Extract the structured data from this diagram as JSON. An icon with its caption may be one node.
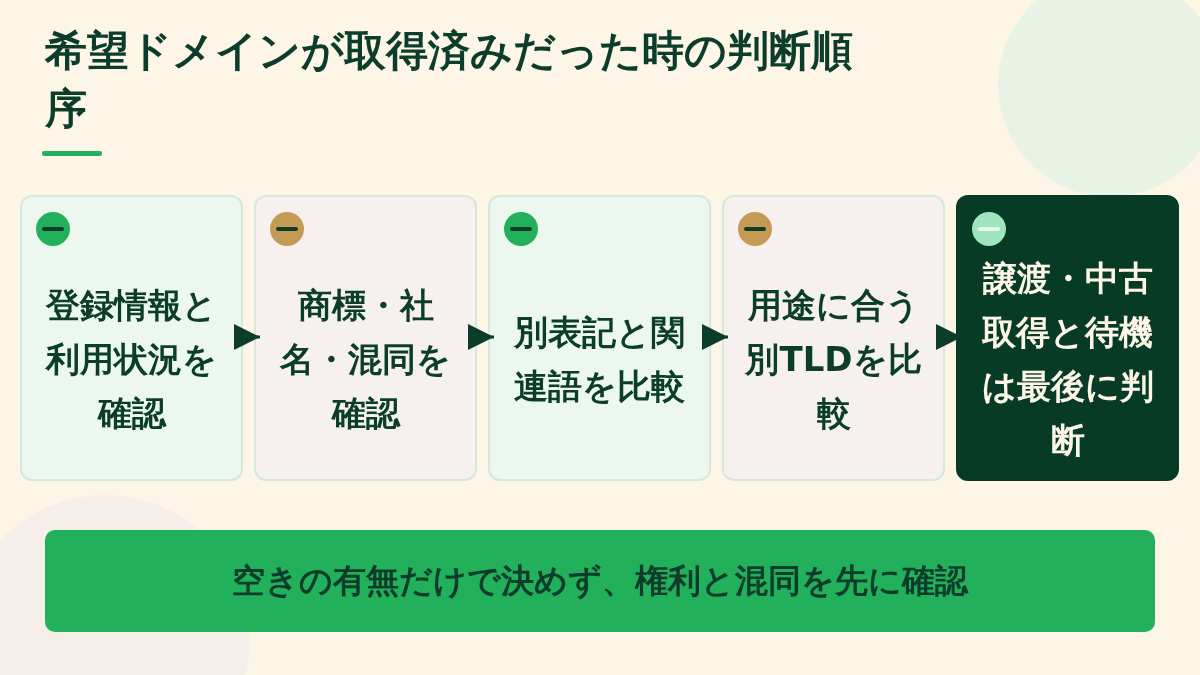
{
  "diagram": {
    "title": "希望ドメインが取得済みだった時の判断順序",
    "nodes": [
      {
        "text": [
          "登録情報と利用状況を確認"
        ]
      },
      {
        "text": [
          "商標・社名・混同を確認"
        ]
      },
      {
        "text": [
          "別表記と関連語を比較"
        ]
      },
      {
        "text": [
          "用途に合う別TLDを比較"
        ]
      },
      {
        "text": [
          "譲渡・中古取得と待機は最後に判断"
        ]
      },
      {
        "text": [
          "空きの有無だけで決めず、権利と混同を先に確認"
        ]
      }
    ],
    "edges": [
      {
        "from": 0,
        "to": 1,
        "arrow": "to"
      },
      {
        "from": 1,
        "to": 2,
        "arrow": "to"
      },
      {
        "from": 2,
        "to": 3,
        "arrow": "to"
      },
      {
        "from": 3,
        "to": 4,
        "arrow": "to"
      }
    ]
  }
}
